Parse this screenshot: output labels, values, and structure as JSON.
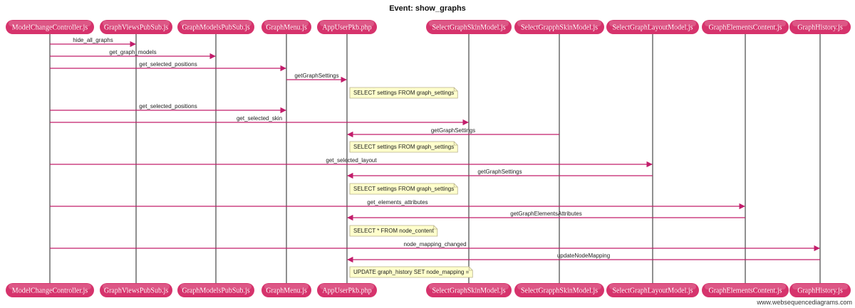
{
  "title": "Event: show_graphs",
  "watermark": "www.websequencediagrams.com",
  "colors": {
    "actor_fill": "#d6336c",
    "arrow": "#c21d6b",
    "lifeline": "#222222",
    "note_fill": "#ffffcc",
    "note_stroke": "#b8b08a"
  },
  "actors": [
    {
      "id": "mcc",
      "label": "ModelChangeController.js"
    },
    {
      "id": "gvp",
      "label": "GraphViewsPubSub.js"
    },
    {
      "id": "gmp",
      "label": "GraphModelsPubSub.js"
    },
    {
      "id": "gm",
      "label": "GraphMenu.js"
    },
    {
      "id": "aup",
      "label": "AppUserPkb.php"
    },
    {
      "id": "sgs",
      "label": "SelectGraphSkinModel.js"
    },
    {
      "id": "sgps",
      "label": "SelectGrapphSkinModel.js"
    },
    {
      "id": "sglm",
      "label": "SelectGraphLayoutModel.js"
    },
    {
      "id": "gec",
      "label": "GraphElementsContent.js"
    },
    {
      "id": "gh",
      "label": "GraphHistory.js"
    }
  ],
  "steps": [
    {
      "type": "msg",
      "from": "mcc",
      "to": "gvp",
      "label": "hide_all_graphs"
    },
    {
      "type": "msg",
      "from": "mcc",
      "to": "gmp",
      "label": "get_graph_models"
    },
    {
      "type": "msg",
      "from": "mcc",
      "to": "gm",
      "label": "get_selected_positions"
    },
    {
      "type": "msg",
      "from": "gm",
      "to": "aup",
      "label": "getGraphSettings"
    },
    {
      "type": "note",
      "at": "aup",
      "label": "SELECT settings FROM graph_settings"
    },
    {
      "type": "msg",
      "from": "mcc",
      "to": "gm",
      "label": "get_selected_positions"
    },
    {
      "type": "msg",
      "from": "mcc",
      "to": "sgs",
      "label": "get_selected_skin"
    },
    {
      "type": "msg",
      "from": "sgps",
      "to": "aup",
      "label": "getGraphSettings"
    },
    {
      "type": "note",
      "at": "aup",
      "label": "SELECT settings FROM graph_settings"
    },
    {
      "type": "msg",
      "from": "mcc",
      "to": "sglm",
      "label": "get_selected_layout"
    },
    {
      "type": "msg",
      "from": "sglm",
      "to": "aup",
      "label": "getGraphSettings"
    },
    {
      "type": "note",
      "at": "aup",
      "label": "SELECT settings FROM graph_settings"
    },
    {
      "type": "msg",
      "from": "mcc",
      "to": "gec",
      "label": "get_elements_attributes"
    },
    {
      "type": "msg",
      "from": "gec",
      "to": "aup",
      "label": "getGraphElementsAttributes"
    },
    {
      "type": "note",
      "at": "aup",
      "label": "SELECT * FROM node_content"
    },
    {
      "type": "msg",
      "from": "mcc",
      "to": "gh",
      "label": "node_mapping_changed"
    },
    {
      "type": "msg",
      "from": "gh",
      "to": "aup",
      "label": "updateNodeMapping"
    },
    {
      "type": "note",
      "at": "aup",
      "label": "UPDATE graph_history SET node_mapping ="
    }
  ]
}
